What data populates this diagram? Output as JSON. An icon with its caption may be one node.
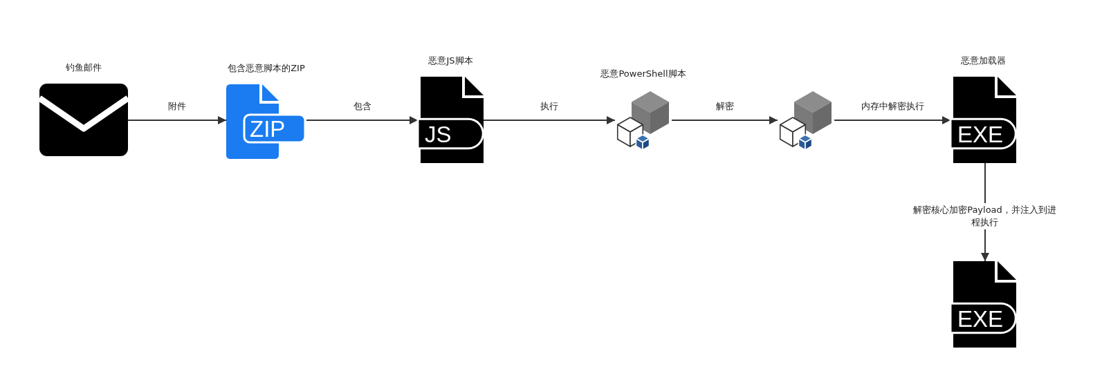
{
  "diagram": {
    "nodes": [
      {
        "text": [
          "钓鱼邮件"
        ]
      },
      {
        "text": [
          "包含恶意脚本的ZIP",
          "ZIP"
        ]
      },
      {
        "text": [
          "恶意JS脚本",
          "JS"
        ]
      },
      {
        "text": [
          "恶意PowerShell脚本"
        ]
      },
      {
        "text": [],
        "shape": "picture"
      },
      {
        "text": [
          "恶意加载器",
          "EXE"
        ]
      },
      {
        "text": [
          "EXE"
        ]
      }
    ],
    "edges": [
      {
        "from": 0,
        "to": 1,
        "arrow": "to",
        "label": "附件"
      },
      {
        "from": 1,
        "to": 2,
        "arrow": "to",
        "label": "包含"
      },
      {
        "from": 2,
        "to": 3,
        "arrow": "to",
        "label": "执行"
      },
      {
        "from": 3,
        "to": 4,
        "arrow": "to",
        "label": "解密"
      },
      {
        "from": 4,
        "to": 5,
        "arrow": "to",
        "label": "内存中解密执行"
      },
      {
        "from": 5,
        "to": 6,
        "arrow": "to",
        "label": "解密核心加密Payload，并注入到进程执行"
      }
    ]
  }
}
